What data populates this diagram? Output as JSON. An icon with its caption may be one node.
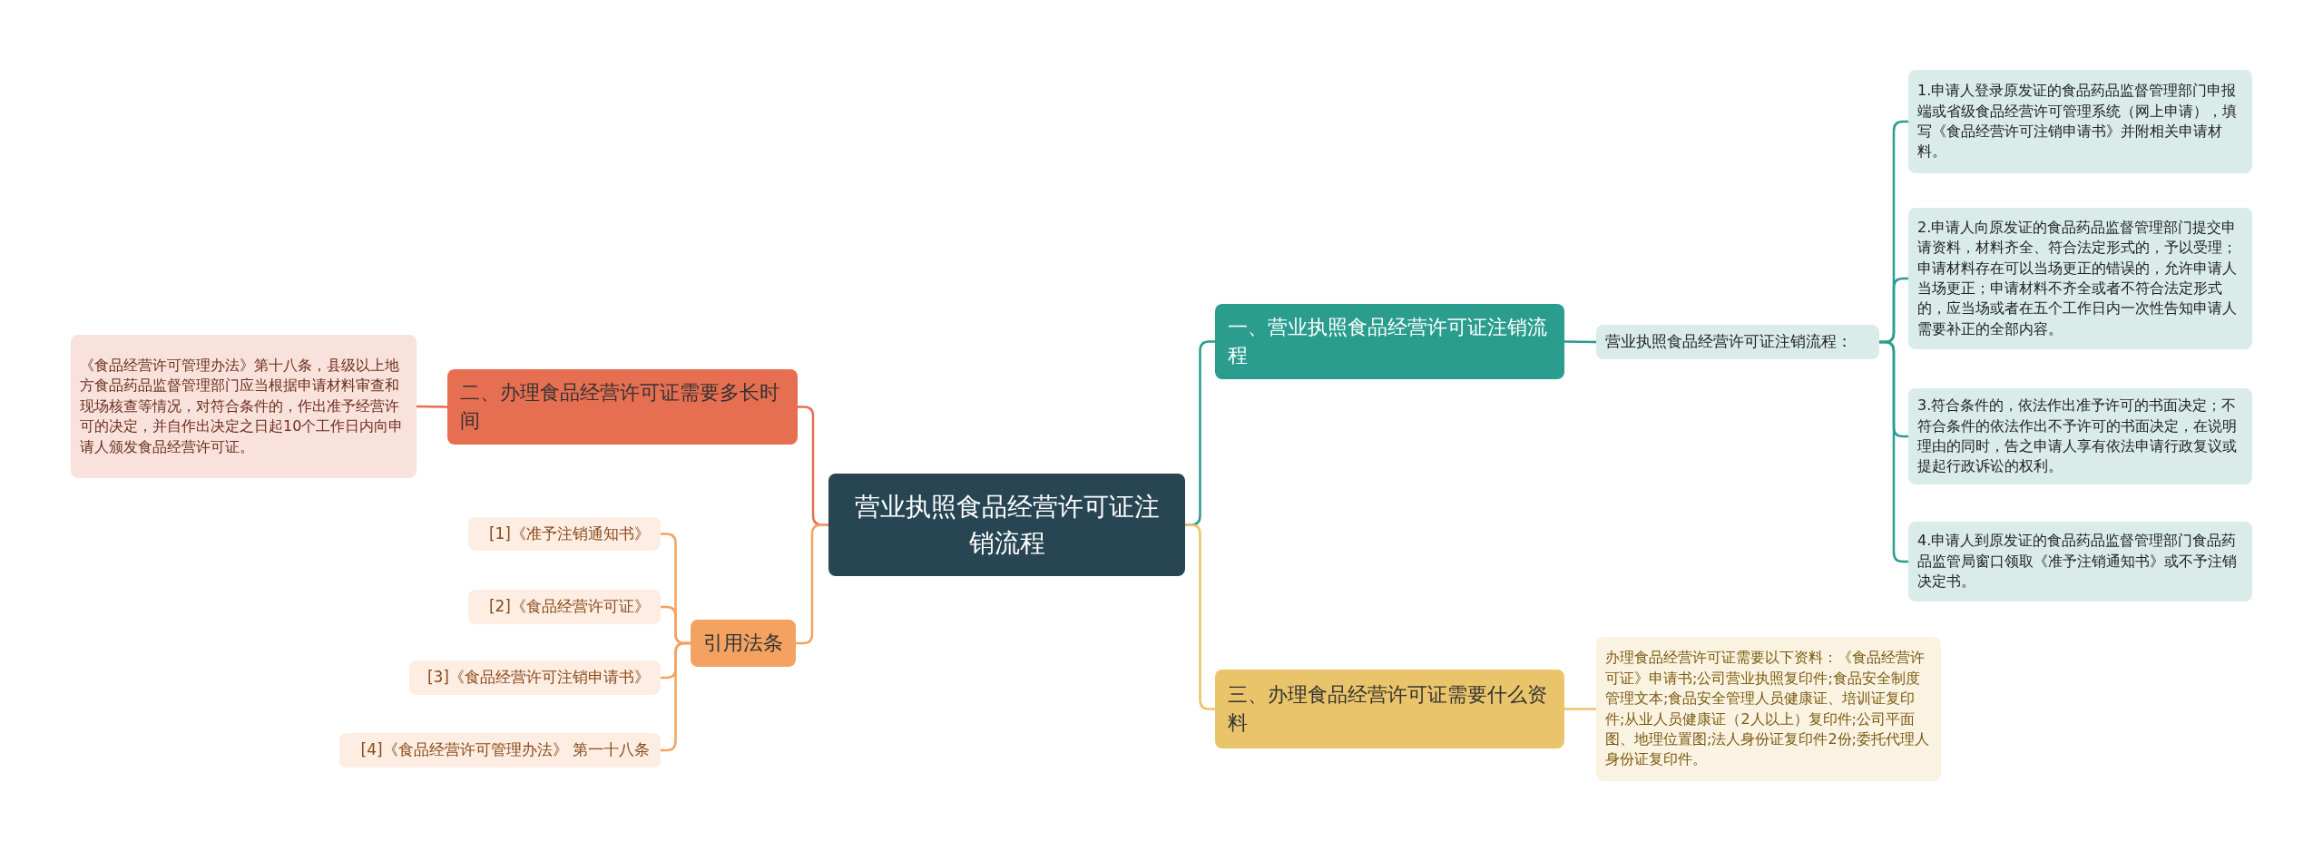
{
  "diagram": {
    "nodes": [
      {
        "text": [
          "营业执照食品经营许可证注销流程"
        ]
      },
      {
        "text": [
          "一、营业执照食品经营许可证注销流程"
        ]
      },
      {
        "text": [
          "营业执照食品经营许可证注销流程："
        ]
      },
      {
        "text": [
          "1.申请人登录原发证的食品药品监督管理部门申报端或省级食品经营许可管理系统（网上申请），填写《食品经营许可注销申请书》并附相关申请材料。"
        ]
      },
      {
        "text": [
          "2.申请人向原发证的食品药品监督管理部门提交申请资料，材料齐全、符合法定形式的，予以受理；申请材料存在可以当场更正的错误的，允许申请人当场更正；申请材料不齐全或者不符合法定形式的，应当场或者在五个工作日内一次性告知申请人需要补正的全部内容。"
        ]
      },
      {
        "text": [
          "3.符合条件的，依法作出准予许可的书面决定；不符合条件的依法作出不予许可的书面决定，在说明理由的同时，告之申请人享有依法申请行政复议或提起行政诉讼的权利。"
        ]
      },
      {
        "text": [
          "4.申请人到原发证的食品药品监督管理部门食品药品监管局窗口领取《准予注销通知书》或不予注销决定书。"
        ]
      },
      {
        "text": [
          "三、办理食品经营许可证需要什么资料"
        ]
      },
      {
        "text": [
          "办理食品经营许可证需要以下资料：《食品经营许可证》申请书;公司营业执照复印件;食品安全制度管理文本;食品安全管理人员健康证、培训证复印件;从业人员健康证（2人以上）复印件;公司平面图、地理位置图;法人身份证复印件2份;委托代理人身份证复印件。"
        ]
      },
      {
        "text": [
          "二、办理食品经营许可证需要多长时间"
        ]
      },
      {
        "text": [
          "《食品经营许可管理办法》第十八条，县级以上地方食品药品监督管理部门应当根据申请材料审查和现场核查等情况，对符合条件的，作出准予经营许可的决定，并自作出决定之日起10个工作日内向申请人颁发食品经营许可证。"
        ]
      },
      {
        "text": [
          "引用法条"
        ]
      },
      {
        "text": [
          "[1]《准予注销通知书》"
        ]
      },
      {
        "text": [
          "[2]《食品经营许可证》"
        ]
      },
      {
        "text": [
          "[3]《食品经营许可注销申请书》"
        ]
      },
      {
        "text": [
          "[4]《食品经营许可管理办法》 第一十八条"
        ]
      }
    ],
    "edges": [
      {
        "from": 0,
        "to": 1,
        "arrow": "none"
      },
      {
        "from": 1,
        "to": 2,
        "arrow": "none"
      },
      {
        "from": 2,
        "to": 3,
        "arrow": "none"
      },
      {
        "from": 2,
        "to": 4,
        "arrow": "none"
      },
      {
        "from": 2,
        "to": 5,
        "arrow": "none"
      },
      {
        "from": 2,
        "to": 6,
        "arrow": "none"
      },
      {
        "from": 0,
        "to": 7,
        "arrow": "none",
        "color": "#e9c46a"
      },
      {
        "from": 7,
        "to": 8,
        "arrow": "none",
        "color": "#e9c46a"
      },
      {
        "from": 0,
        "to": 9,
        "arrow": "none",
        "color": "#e76f51"
      },
      {
        "from": 9,
        "to": 10,
        "arrow": "none",
        "color": "#e76f51"
      },
      {
        "from": 0,
        "to": 11,
        "arrow": "none",
        "color": "#f4a261"
      },
      {
        "from": 11,
        "to": 12,
        "arrow": "none",
        "color": "#f4a261"
      },
      {
        "from": 11,
        "to": 13,
        "arrow": "none",
        "color": "#f4a261"
      },
      {
        "from": 11,
        "to": 14,
        "arrow": "none",
        "color": "#f4a261"
      },
      {
        "from": 11,
        "to": 15,
        "arrow": "none",
        "color": "#f4a261"
      }
    ]
  }
}
